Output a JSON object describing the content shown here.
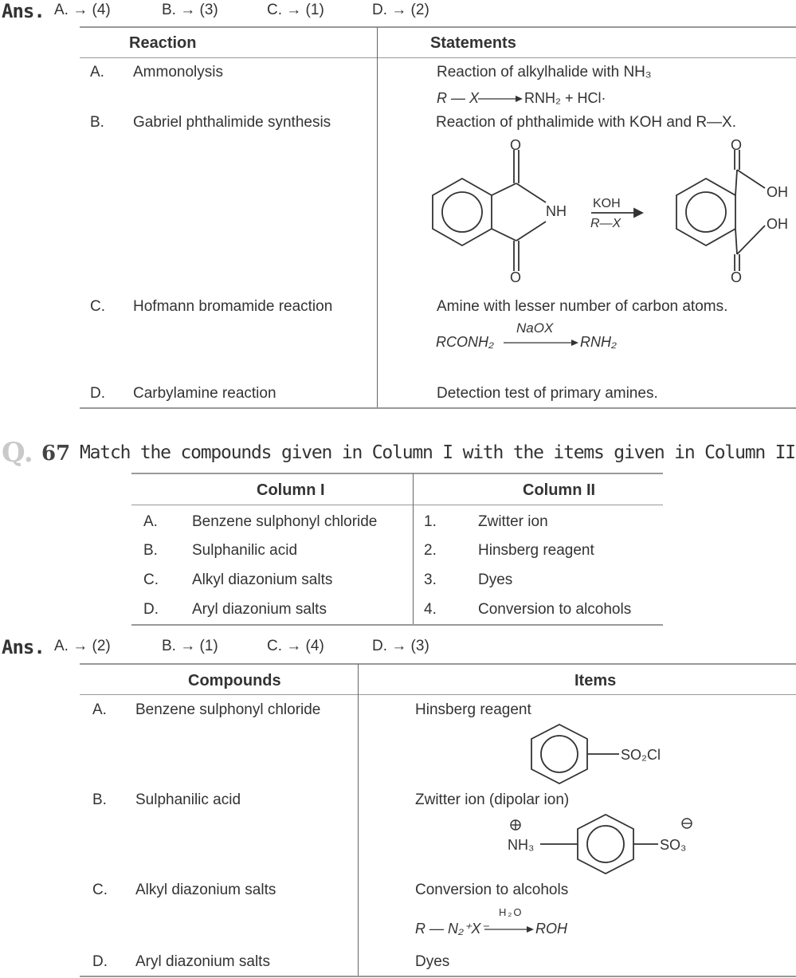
{
  "ans1": {
    "label": "Ans.",
    "items": [
      "A. → (4)",
      "B. → (3)",
      "C. → (1)",
      "D. → (2)"
    ]
  },
  "table1": {
    "headers": [
      "Reaction",
      "Statements"
    ],
    "rows": [
      {
        "letter": "A.",
        "reaction": "Ammonolysis",
        "statement": "Reaction of alkylhalide with NH₃"
      },
      {
        "letter": "B.",
        "reaction": "Gabriel phthalimide synthesis",
        "statement": "Reaction of phthalimide with KOH and R—X."
      },
      {
        "letter": "C.",
        "reaction": "Hofmann bromamide reaction",
        "statement": "Amine with lesser number of carbon atoms."
      },
      {
        "letter": "D.",
        "reaction": "Carbylamine reaction",
        "statement": "Detection test of primary amines."
      }
    ],
    "eq_a": {
      "left": "R — X",
      "right": "RNH₂ + HCl·"
    },
    "eq_c": {
      "left": "RCONH₂",
      "reagent": "NaOX",
      "right": "RNH₂"
    },
    "phthal": {
      "o": "O",
      "nh": "NH",
      "reagent_top": "KOH",
      "reagent_bottom": "R—X",
      "oh": "OH"
    }
  },
  "question": {
    "mark": "Q.",
    "number": "67",
    "text": "Match the compounds given in Column I with the items given in Column II."
  },
  "table2": {
    "headers": [
      "Column I",
      "Column II"
    ],
    "rows": [
      {
        "l1": "A.",
        "c1": "Benzene sulphonyl chloride",
        "l2": "1.",
        "c2": "Zwitter ion"
      },
      {
        "l1": "B.",
        "c1": "Sulphanilic acid",
        "l2": "2.",
        "c2": "Hinsberg reagent"
      },
      {
        "l1": "C.",
        "c1": "Alkyl diazonium salts",
        "l2": "3.",
        "c2": "Dyes"
      },
      {
        "l1": "D.",
        "c1": "Aryl diazonium salts",
        "l2": "4.",
        "c2": "Conversion to alcohols"
      }
    ]
  },
  "ans2": {
    "label": "Ans.",
    "items": [
      "A. → (2)",
      "B. → (1)",
      "C. → (4)",
      "D. → (3)"
    ]
  },
  "table3": {
    "headers": [
      "Compounds",
      "Items"
    ],
    "rows": [
      {
        "letter": "A.",
        "compound": "Benzene sulphonyl chloride",
        "item": "Hinsberg reagent"
      },
      {
        "letter": "B.",
        "compound": "Sulphanilic acid",
        "item": "Zwitter ion (dipolar ion)"
      },
      {
        "letter": "C.",
        "compound": "Alkyl diazonium salts",
        "item": "Conversion to alcohols"
      },
      {
        "letter": "D.",
        "compound": "Aryl diazonium salts",
        "item": "Dyes"
      }
    ],
    "so2cl": "SO₂Cl",
    "nh3": "NH₃",
    "so3": "SO₃",
    "eq_c": {
      "left": "R — N₂⁺X⁻",
      "reagent": "H₂O",
      "right": "ROH"
    }
  }
}
